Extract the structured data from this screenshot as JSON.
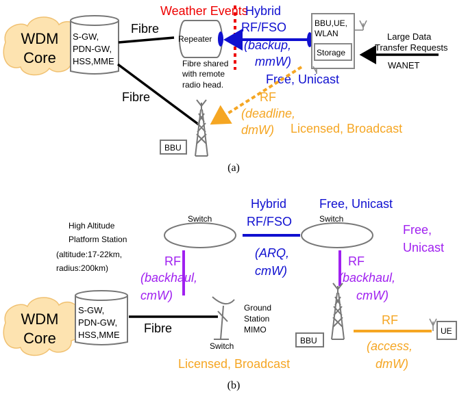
{
  "colors": {
    "blue": "#1010d0",
    "red": "#ee0000",
    "orange": "#f5a623",
    "purple": "#a020f0",
    "gray": "#888888",
    "cloud": "#fde3b0",
    "cloud_stroke": "#f0c070",
    "black": "#000000"
  },
  "a": {
    "wdm": [
      "WDM",
      "Core"
    ],
    "core_box": [
      "S-GW,",
      "PDN-GW,",
      "HSS,MME"
    ],
    "fibre_top": "Fibre",
    "fibre_diag": "Fibre",
    "repeater": "Repeater",
    "weather": "Weather Events",
    "hybrid": [
      "Hybrid",
      "RF/FSO"
    ],
    "backup": [
      "(backup,",
      "mmW)"
    ],
    "bbu_ue_wlan": [
      "BBU,UE,",
      "WLAN"
    ],
    "storage": "Storage",
    "large_data": [
      "Large Data",
      "Transfer Requests"
    ],
    "wanet": "WANET",
    "fibre_shared": [
      "Fibre shared",
      "with remote",
      "radio head."
    ],
    "free_unicast": "Free, Unicast",
    "rf": "RF",
    "deadline": [
      "(deadline,",
      "dmW)"
    ],
    "licensed_broadcast": "Licensed, Broadcast",
    "bbu": "BBU",
    "caption": "(a)"
  },
  "b": {
    "switch_left": "Switch",
    "switch_right": "Switch",
    "hybrid": [
      "Hybrid",
      "RF/FSO"
    ],
    "arq": [
      "(ARQ,",
      "cmW)"
    ],
    "free_unicast_top": "Free, Unicast",
    "free_unicast_side": [
      "Free,",
      "Unicast"
    ],
    "hap": [
      "High Altitude",
      "Platform Station",
      "(altitude:17-22km,",
      "radius:200km)"
    ],
    "rf_left": "RF",
    "backhaul_left": [
      "(backhaul,",
      "cmW)"
    ],
    "rf_right": "RF",
    "backhaul_right": [
      "(backhaul,",
      "cmW)"
    ],
    "wdm": [
      "WDM",
      "Core"
    ],
    "core_box": [
      "S-GW,",
      "PDN-GW,",
      "HSS,MME"
    ],
    "fibre": "Fibre",
    "ground_station": [
      "Ground",
      "Station",
      "MIMO"
    ],
    "switch_bottom": "Switch",
    "bbu": "BBU",
    "rf_access": "RF",
    "access": [
      "(access,",
      "dmW)"
    ],
    "ue": "UE",
    "licensed_broadcast": "Licensed, Broadcast",
    "caption": "(b)"
  }
}
